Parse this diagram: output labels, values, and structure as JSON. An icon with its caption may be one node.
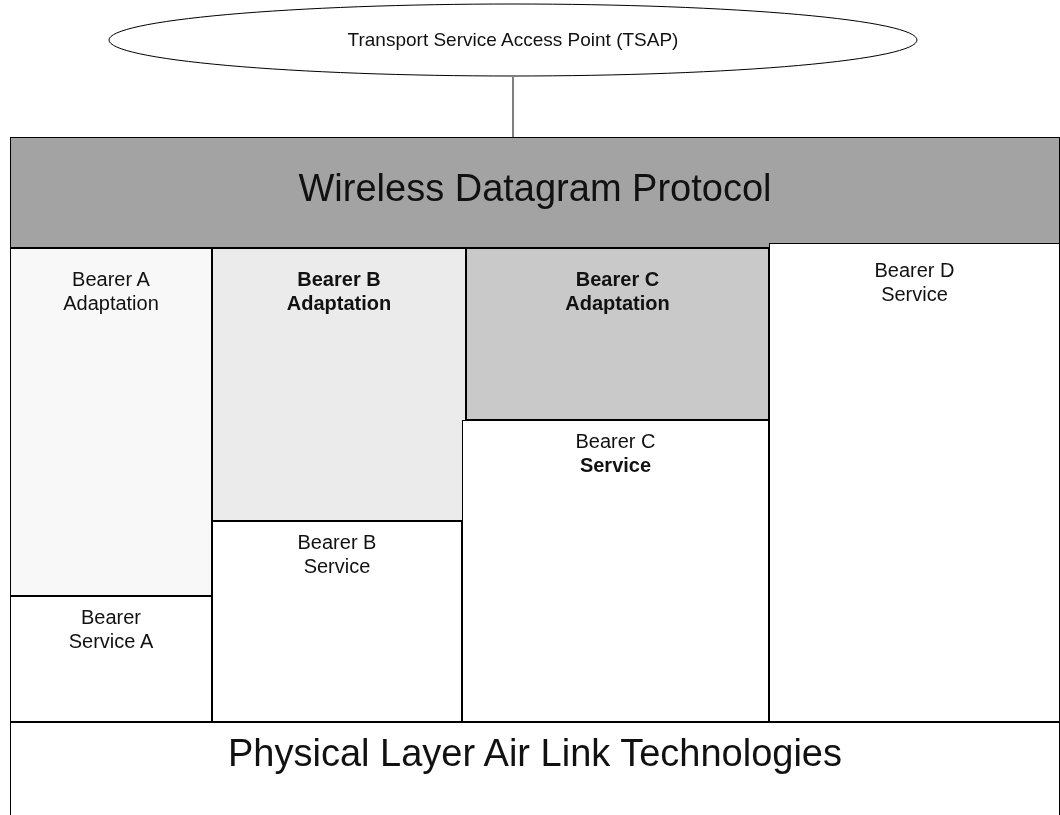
{
  "diagram": {
    "nodes": [
      {
        "text": [
          "Transport Service Access Point (TSAP)"
        ]
      },
      {
        "text": [
          "Wireless Datagram Protocol"
        ]
      },
      {
        "text": [
          "Bearer A Adaptation"
        ]
      },
      {
        "text": [
          "Bearer B Adaptation"
        ]
      },
      {
        "text": [
          "Bearer C Adaptation"
        ]
      },
      {
        "text": [
          "Bearer D Service"
        ]
      },
      {
        "text": [
          "Bearer Service A"
        ]
      },
      {
        "text": [
          "Bearer B Service"
        ]
      },
      {
        "text": [
          "Bearer C **Service**"
        ]
      },
      {
        "text": [
          "Physical Layer Air Link Technologies"
        ]
      }
    ],
    "edges": [
      {
        "from": 0,
        "to": 1,
        "arrow": "none"
      }
    ]
  }
}
